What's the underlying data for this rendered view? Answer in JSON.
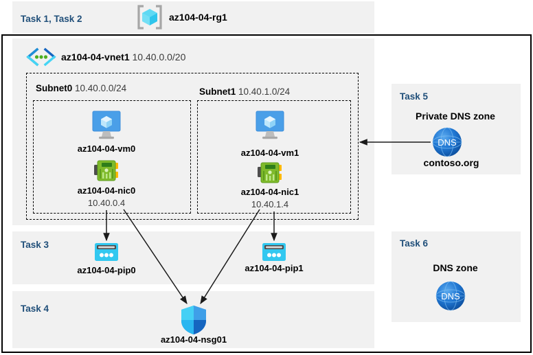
{
  "diagram": {
    "title_area": {
      "tasks_label": "Task 1, Task 2",
      "resource_group_name": "az104-04-rg1",
      "resource_group_icon": "resource-group-cube-icon"
    },
    "vnet": {
      "name": "az104-04-vnet1",
      "cidr": "10.40.0.0/20",
      "icon": "virtual-network-icon"
    },
    "subnets": [
      {
        "name": "Subnet0",
        "cidr": "10.40.0.0/24"
      },
      {
        "name": "Subnet1",
        "cidr": "10.40.1.0/24"
      }
    ],
    "vms": [
      {
        "name": "az104-04-vm0",
        "icon": "virtual-machine-icon"
      },
      {
        "name": "az104-04-vm1",
        "icon": "virtual-machine-icon"
      }
    ],
    "nics": [
      {
        "name": "az104-04-nic0",
        "ip": "10.40.0.4",
        "icon": "network-interface-icon"
      },
      {
        "name": "az104-04-nic1",
        "ip": "10.40.1.4",
        "icon": "network-interface-icon"
      }
    ],
    "public_ips": [
      {
        "task": "Task 3",
        "name": "az104-04-pip0",
        "icon": "public-ip-address-icon"
      },
      {
        "name": "az104-04-pip1",
        "icon": "public-ip-address-icon"
      }
    ],
    "nsg": {
      "task": "Task 4",
      "name": "az104-04-nsg01",
      "icon": "network-security-group-shield-icon"
    },
    "private_dns_zone": {
      "task": "Task 5",
      "title": "Private DNS zone",
      "name": "contoso.org",
      "icon": "dns-globe-icon",
      "icon_text": "DNS"
    },
    "dns_zone": {
      "task": "Task 6",
      "title": "DNS zone",
      "icon": "dns-globe-icon",
      "icon_text": "DNS"
    },
    "colors": {
      "task_label": "#1f4e79",
      "panel_background": "#f1f1f1",
      "azure_blue": "#0078d4",
      "cyan": "#32c8f0",
      "nic_green": "#5fb832",
      "dns_blue": "#1f76d2"
    }
  }
}
